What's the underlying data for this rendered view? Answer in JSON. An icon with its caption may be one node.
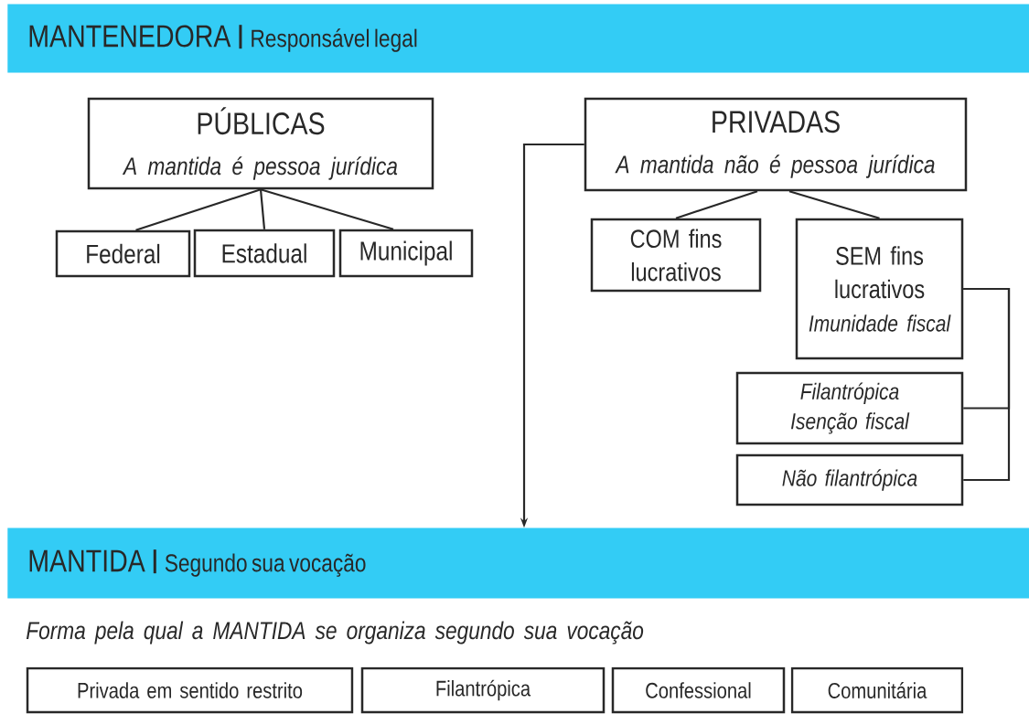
{
  "diagram": {
    "nodes": [
      {
        "text": [
          "MANTENEDORA",
          "Responsável legal"
        ]
      },
      {
        "text": [
          "PÚBLICAS",
          "A mantida é pessoa jurídica"
        ]
      },
      {
        "text": [
          "Federal"
        ]
      },
      {
        "text": [
          "Estadual"
        ]
      },
      {
        "text": [
          "Municipal"
        ]
      },
      {
        "text": [
          "PRIVADAS",
          "*A mantida* não *é pessoa jurídica*"
        ]
      },
      {
        "text": [
          "COM fins lucrativos"
        ]
      },
      {
        "text": [
          "SEM fins lucrativos",
          "Imunidade fiscal"
        ]
      },
      {
        "text": [
          "Filantrópica",
          "Isenção fiscal"
        ]
      },
      {
        "text": [
          "Não filantrópica"
        ]
      },
      {
        "text": [
          "MANTIDA",
          "Segundo sua vocação"
        ]
      },
      {
        "text": [
          "Privada em sentido restrito"
        ]
      },
      {
        "text": [
          "Filantrópica"
        ]
      },
      {
        "text": [
          "Confessional"
        ]
      },
      {
        "text": [
          "Comunitária"
        ]
      }
    ],
    "edges": [
      {
        "from": 1,
        "to": 2,
        "arrow": "none"
      },
      {
        "from": 1,
        "to": 3,
        "arrow": "none"
      },
      {
        "from": 1,
        "to": 4,
        "arrow": "none"
      },
      {
        "from": 5,
        "to": 6,
        "arrow": "none"
      },
      {
        "from": 5,
        "to": 7,
        "arrow": "none"
      },
      {
        "from": 7,
        "to": 8,
        "arrow": "none"
      },
      {
        "from": 7,
        "to": 9,
        "arrow": "none"
      },
      {
        "from": 5,
        "to": 10,
        "arrow": "to"
      }
    ],
    "labels": [
      "Forma pela qual a MANTIDA se organiza segundo sua vocação"
    ]
  }
}
